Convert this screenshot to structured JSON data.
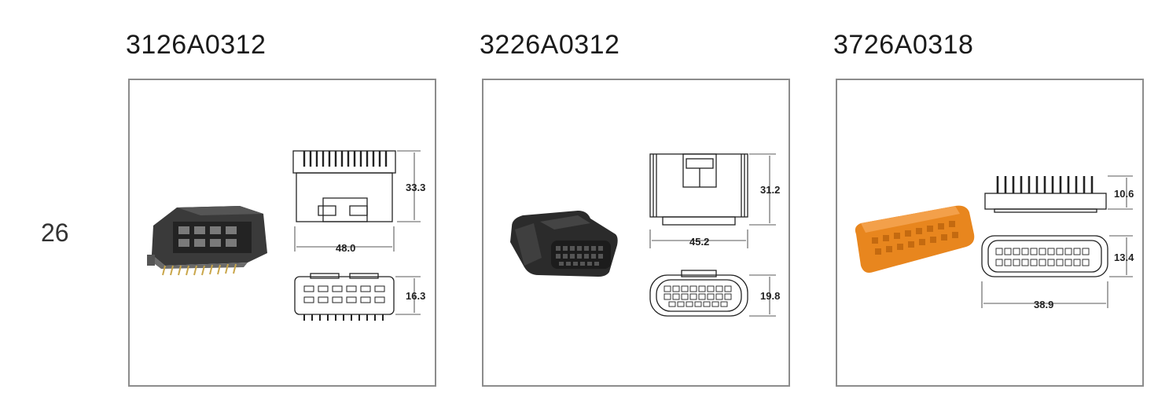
{
  "position_count": "26",
  "products": [
    {
      "part_number": "3126A0312",
      "dims": {
        "height": "33.3",
        "width": "48.0",
        "depth": "16.3"
      }
    },
    {
      "part_number": "3226A0312",
      "dims": {
        "height": "31.2",
        "width": "45.2",
        "depth": "19.8"
      }
    },
    {
      "part_number": "3726A0318",
      "dims": {
        "height": "10.6",
        "depth": "13.4",
        "width": "38.9"
      }
    }
  ],
  "colors": {
    "frame_border": "#8c8c8c",
    "housing_dark": "#2b2b2b",
    "housing_orange": "#e8861e",
    "pin_gold": "#c9a64a"
  }
}
